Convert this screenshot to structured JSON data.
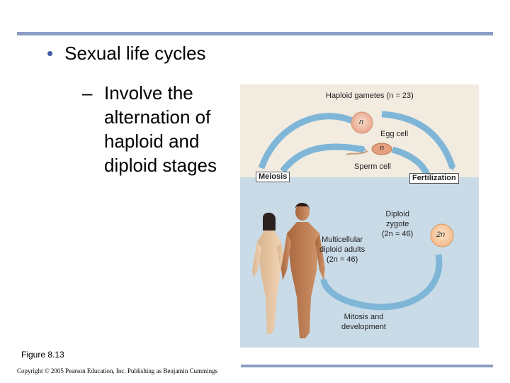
{
  "slide": {
    "bullet": "Sexual life cycles",
    "sub_dash": "–",
    "sub_text": "Involve the alternation of haploid and diploid stages",
    "figure_label": "Figure 8.13",
    "copyright": "Copyright © 2005 Pearson Education, Inc. Publishing as Benjamin Cummings"
  },
  "diagram": {
    "haploid_gametes": "Haploid gametes (n = 23)",
    "egg_n": "n",
    "egg_cell": "Egg cell",
    "sperm_n": "n",
    "sperm_cell": "Sperm cell",
    "meiosis": "Meiosis",
    "fertilization": "Fertilization",
    "diploid_zygote": "Diploid\nzygote\n(2n = 46)",
    "zygote_2n": "2n",
    "multicellular": "Multicellular\ndiploid adults\n(2n = 46)",
    "mitosis": "Mitosis and\ndevelopment"
  },
  "colors": {
    "haploid_bg": "#f1ebe0",
    "diploid_bg": "#c9dbe7",
    "arrow": "#7fb6d8",
    "egg": "#f3c4b0",
    "rule": "#8c9dc3",
    "bullet_dot": "#3f5aa8"
  }
}
